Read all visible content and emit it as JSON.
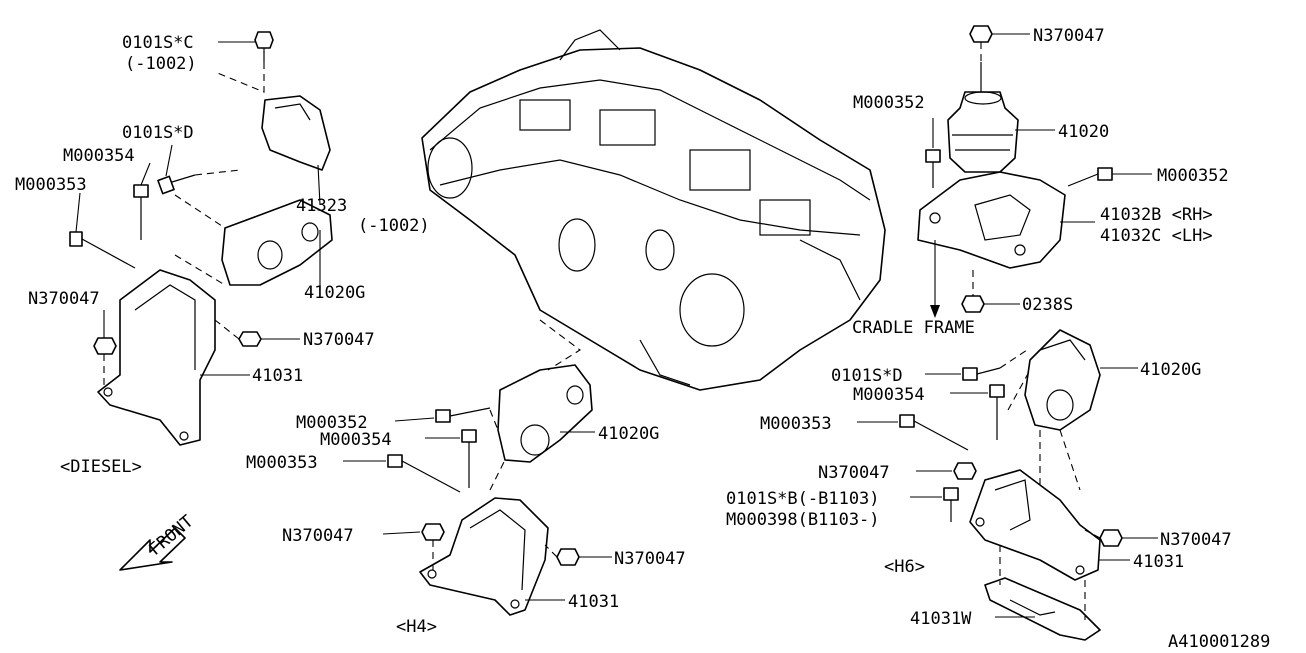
{
  "diagram_id": "A410001289",
  "labels": {
    "diesel_0101sc": "0101S*C",
    "diesel_0101sc_range": "(-1002)",
    "diesel_0101sd": "0101S*D",
    "diesel_m000354": "M000354",
    "diesel_m000353": "M000353",
    "diesel_41323": "41323",
    "diesel_41323_range": "(-1002)",
    "diesel_41020g": "41020G",
    "diesel_n370047_left": "N370047",
    "diesel_n370047_right": "N370047",
    "diesel_41031": "41031",
    "diesel_title": "<DIESEL>",
    "front": "FRONT",
    "h4_m000352": "M000352",
    "h4_m000354": "M000354",
    "h4_m000353": "M000353",
    "h4_41020g": "41020G",
    "h4_n370047_left": "N370047",
    "h4_n370047_right": "N370047",
    "h4_41031": "41031",
    "h4_title": "<H4>",
    "top_n370047": "N370047",
    "top_m000352_left": "M000352",
    "top_41020": "41020",
    "top_m000352_right": "M000352",
    "top_41032b": "41032B <RH>",
    "top_41032c": "41032C <LH>",
    "top_0238s": "0238S",
    "cradle_frame": "CRADLE FRAME",
    "h6_0101sd": "0101S*D",
    "h6_m000354": "M000354",
    "h6_41020g": "41020G",
    "h6_m000353": "M000353",
    "h6_n370047_left": "N370047",
    "h6_0101sb": "0101S*B(-B1103)",
    "h6_m000398": "M000398(B1103-)",
    "h6_n370047_right": "N370047",
    "h6_41031": "41031",
    "h6_title": "<H6>",
    "h6_41031w": "41031W"
  }
}
